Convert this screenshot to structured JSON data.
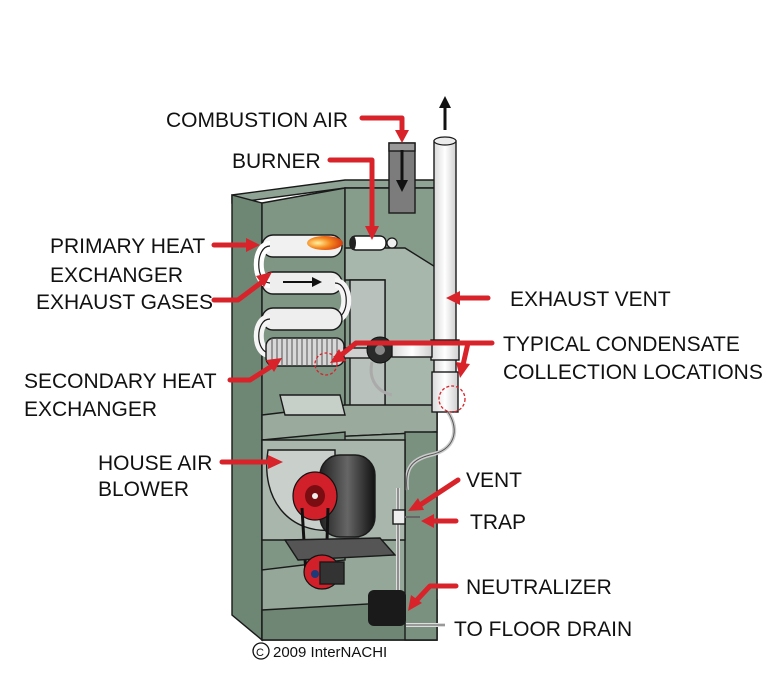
{
  "labels": {
    "combustion_air": "COMBUSTION AIR",
    "burner": "BURNER",
    "primary_heat_1": "PRIMARY HEAT",
    "primary_heat_2": "EXCHANGER",
    "exhaust_gases": "EXHAUST GASES",
    "secondary_heat_1": "SECONDARY HEAT",
    "secondary_heat_2": "EXCHANGER",
    "house_air_1": "HOUSE AIR",
    "house_air_2": "BLOWER",
    "exhaust_vent": "EXHAUST VENT",
    "condensate_1": "TYPICAL  CONDENSATE",
    "condensate_2": "COLLECTION LOCATIONS",
    "vent": "VENT",
    "trap": "TRAP",
    "neutralizer": "NEUTRALIZER",
    "floor_drain": "TO FLOOR DRAIN"
  },
  "copyright": "2009  InterNACHI",
  "copyright_symbol": "©",
  "colors": {
    "arrow": "#d8232a",
    "cabinet": "#7f9685",
    "cabinet_dark": "#5e7564",
    "insulation": "#b8c1bb",
    "blower_red": "#d1202a"
  }
}
